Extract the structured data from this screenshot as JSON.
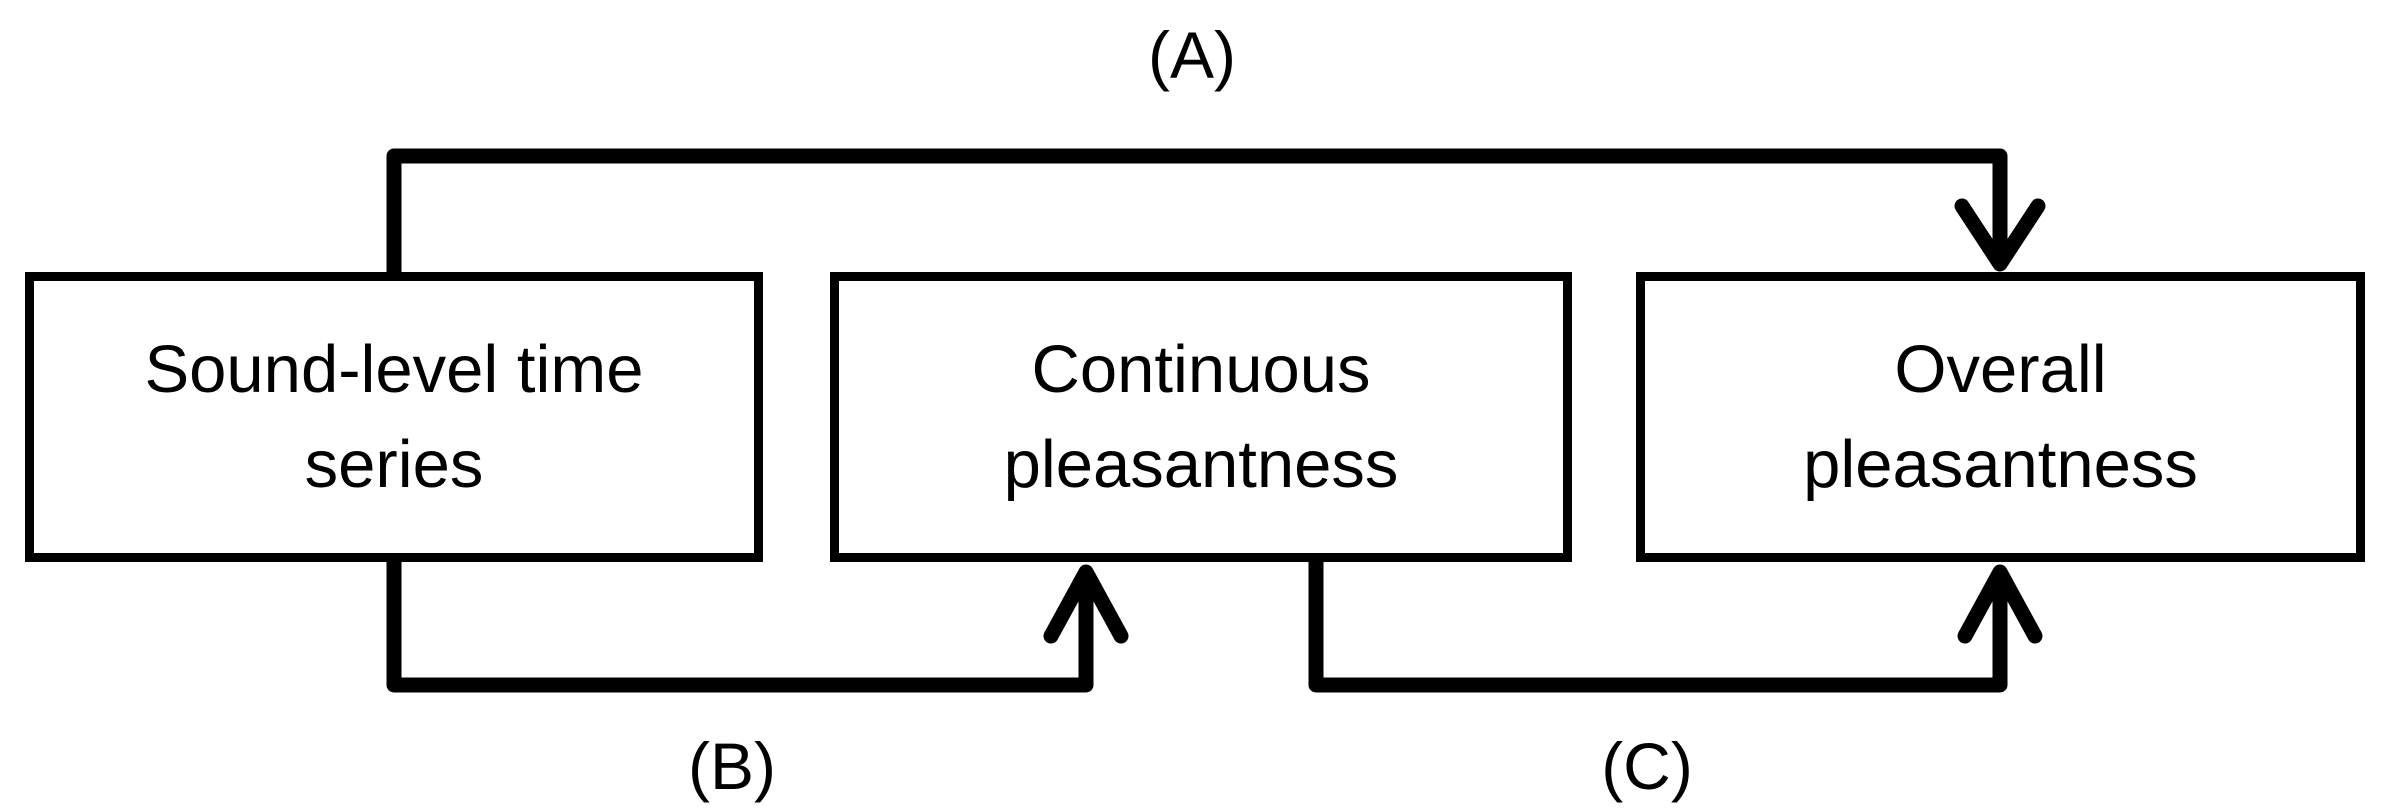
{
  "figure": {
    "background_color": "#ffffff",
    "line_color": "#000000",
    "text_color": "#000000",
    "boxes": [
      {
        "id": "sound-level-time-series",
        "line1": "Sound-level time",
        "line2": "series"
      },
      {
        "id": "continuous-pleasantness",
        "line1": "Continuous",
        "line2": "pleasantness"
      },
      {
        "id": "overall-pleasantness",
        "line1": "Overall",
        "line2": "pleasantness"
      }
    ],
    "arrows": [
      {
        "id": "A",
        "label": "(A)",
        "from": "sound-level-time-series",
        "to": "overall-pleasantness"
      },
      {
        "id": "B",
        "label": "(B)",
        "from": "sound-level-time-series",
        "to": "continuous-pleasantness"
      },
      {
        "id": "C",
        "label": "(C)",
        "from": "continuous-pleasantness",
        "to": "overall-pleasantness"
      }
    ]
  }
}
